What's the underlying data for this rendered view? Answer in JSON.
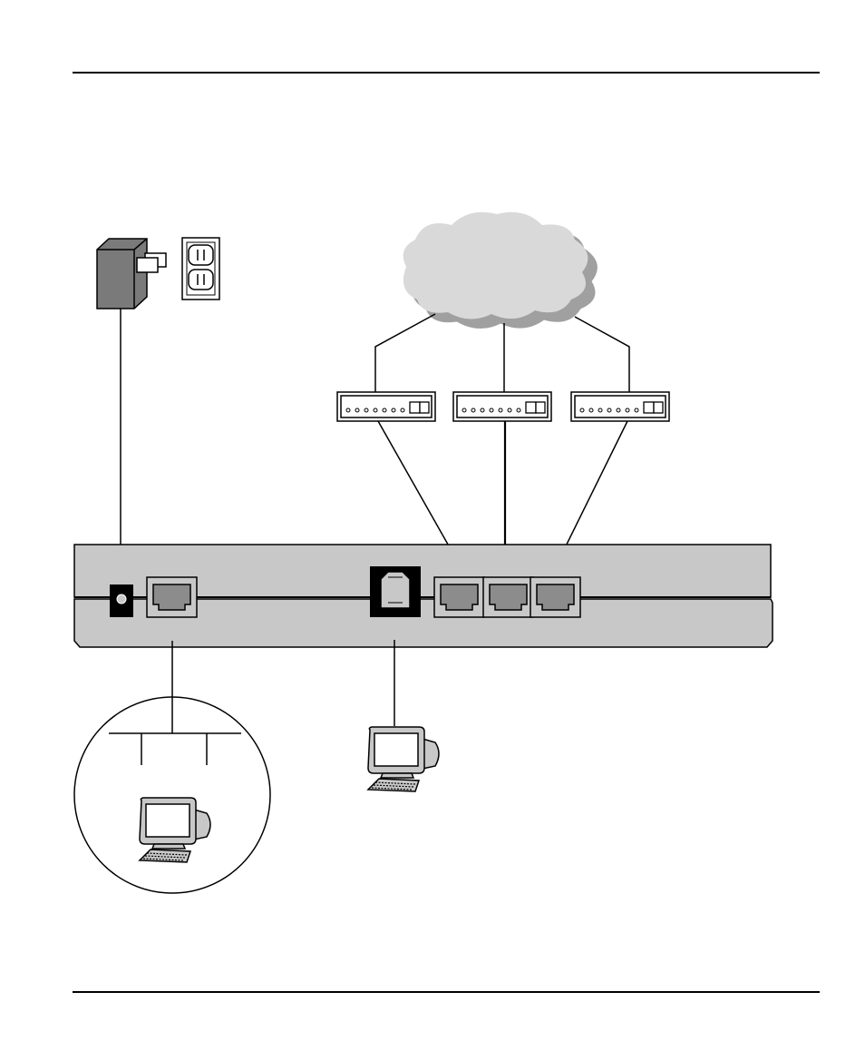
{
  "diagram": {
    "components": [
      {
        "id": "power-adapter",
        "icon": "power-adapter-icon"
      },
      {
        "id": "wall-outlet",
        "icon": "wall-outlet-icon"
      },
      {
        "id": "network-cloud",
        "icon": "cloud-icon"
      },
      {
        "id": "modem",
        "icon": "modem-icon",
        "count": 3
      },
      {
        "id": "router-back-panel",
        "ports": [
          "power-jack",
          "ethernet-port",
          "serial-console-port",
          "wan-port-1",
          "wan-port-2",
          "wan-port-3"
        ]
      },
      {
        "id": "lan-segment-inset",
        "icon": "computer-icon"
      },
      {
        "id": "console-computer",
        "icon": "computer-icon"
      }
    ],
    "colors": {
      "line": "#000000",
      "device_fill": "#c8c8c8",
      "device_dark": "#7a7a7a",
      "cloud_fill": "#d9d9d9",
      "cloud_shadow": "#a0a0a0",
      "port_fill": "#8c8c8c",
      "console_port": "#000000"
    }
  }
}
